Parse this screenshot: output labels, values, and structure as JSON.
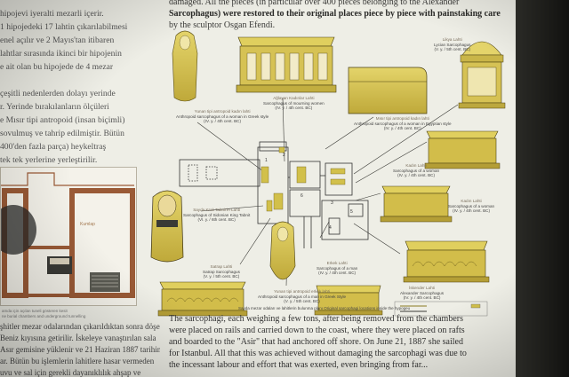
{
  "turkish_left": {
    "lines": [
      "hipojevi iyeralti mezarli içerir.",
      "1 hipojedeki 17 lahtin çıkarılabilmesi",
      "enel açılır ve 2 Mayıs'tan itibaren",
      "lahtlar sırasında ikinci bir hipojenin",
      "e ait olan bu hipojede de 4 mezar",
      "",
      "çeşitli nedenlerden dolayı yerinde",
      "r. Yerinde bırakılanların ölçüleri",
      "e Mısır tipi antropoid (insan biçimli)",
      "sovulmuş ve tahrip edilmiştir. Bütün",
      "400'den fazla parça) heykeltraş",
      "tek tek yerlerine yerleştirilir."
    ]
  },
  "english_top": {
    "lines": [
      "damaged. All the pieces (in particular over 400 pieces belonging to the Alexander",
      "Sarcophagus) were restored to their original places piece by piece with painstaking care",
      "by the sculptor Osgan Efendi."
    ]
  },
  "english_bottom": {
    "lines": [
      "The sarcophagi, each weighing a few tons, after being removed from the chambers",
      "were placed on rails and carried down to the coast, where they were placed on rafts",
      "and boarded to the \"Asir\" that had anchored off shore. On June 21, 1887 she sailed",
      "for Istanbul. All that this was achieved without damaging the sarcophagi was due to",
      "the incessant labour and effort that was exerted, even bringing from far..."
    ]
  },
  "turkish_bottom": {
    "lines": [
      "şhitler mezar odalarından çıkarıldıktan sonra döşenen",
      "Beniz kıyısına getirilir. İskeleye vanaştırılan sala",
      "Asır gemisine yüklenir ve 21 Haziran 1887 tarihinde",
      "ar. Bütün bu işlemlerin lahitlere hasar vermeden",
      "uvu ve sal için gerekli dayanıklılık ahşap ve"
    ]
  },
  "plan": {
    "label": "Kumlap",
    "caption": [
      "amda için açılan tuneli gösteren kesit",
      "ne burial chambers and underground tunnelling"
    ]
  },
  "labels": {
    "satrap_top": {
      "tr": "Yunan tipi antropoid kadın lahti",
      "en": "Anthropoid sarcophagus of a woman in Greek style",
      "date": "(IV. y. / 4th cent. BC)"
    },
    "mourning": {
      "tr": "Ağlayan Kadınlar Lahti",
      "en": "Sarcophagus of mourning women",
      "date": "(IV. y. / 4th cent. BC)"
    },
    "egypt": {
      "tr": "Mısır tipi antropoid kadın lahti",
      "en": "Anthropoid sarcophagus of a woman in Egyptian style",
      "date": "(IV. y. / 4th cent. BC)"
    },
    "lycian": {
      "tr": "Likya Lahti",
      "en": "Lycian Sarcophagus",
      "date": "(V. y. / 5th cent. BC)"
    },
    "kadin": {
      "tr": "Kadın Lahti",
      "en": "Sarcophagus of a woman",
      "date": "(IV. y. / 4th cent. BC)"
    },
    "kadin2": {
      "tr": "Kadın Lahti",
      "en": "Sarcophagus of a woman",
      "date": "(IV. y. / 4th cent. BC)"
    },
    "tabnit": {
      "tr": "Sayda Kralı Tabnit'in Lahti",
      "en": "Sarcophagus of Sidonian King Tabnit",
      "date": "(VI. y. / 6th cent. BC)"
    },
    "erkek": {
      "tr": "Erkek Lahti",
      "en": "Sarcophagus of a man",
      "date": "(IV. y. / 4th cent. BC)"
    },
    "satrap": {
      "tr": "Satrap Lahti",
      "en": "Satrap Sarcophagus",
      "date": "(V. y. / 5th cent. BC)"
    },
    "yunan_erkek": {
      "tr": "Yunan tipi antropoid erkek lahti",
      "en": "Anthropoid sarcophagus of a man in Greek Style",
      "date": "(V. y. / 5th cent. BC)"
    },
    "alexander": {
      "tr": "İskender Lahti",
      "en": "Alexander Sarcophagus",
      "date": "(IV. y. / 4th cent. BC)"
    }
  },
  "bottom_caption": "Sayda mezar odaları ve lahitlerin bulunma planı    Original sarcophagi locations inside the hypogeu",
  "colors": {
    "gold": "#d2c04a",
    "gold_dark": "#8a7a22",
    "line": "#3a3a36",
    "paper": "#eeeee6"
  }
}
